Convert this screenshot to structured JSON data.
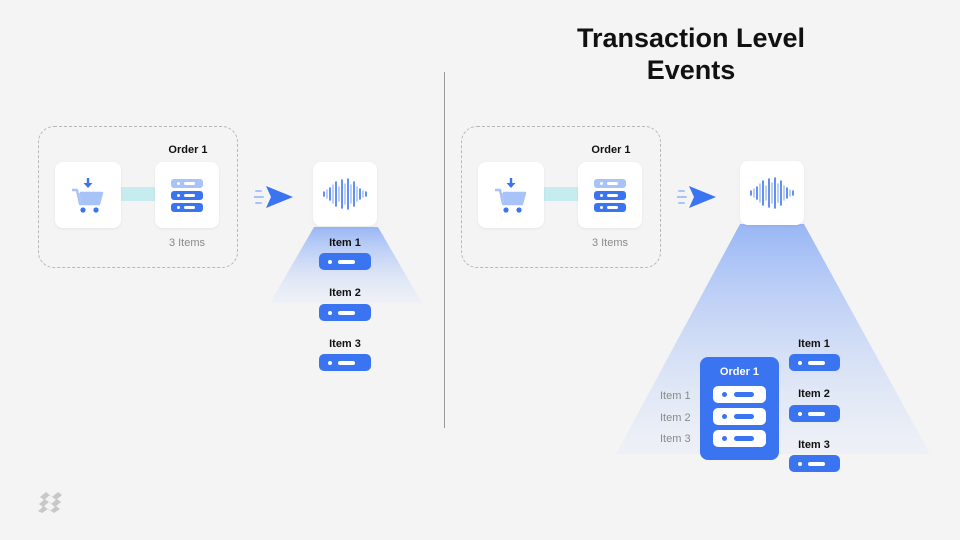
{
  "title": "Transaction Level\nEvents",
  "colors": {
    "accent": "#3b74f0",
    "accent_light": "#a8c3f8",
    "connector": "#c6ecef"
  },
  "left": {
    "order_label": "Order 1",
    "count_label": "3 Items",
    "items": [
      "Item 1",
      "Item 2",
      "Item 3"
    ]
  },
  "right": {
    "order_label": "Order 1",
    "count_label": "3 Items",
    "big_order_label": "Order 1",
    "side_items": [
      "Item 1",
      "Item 2",
      "Item 3"
    ],
    "items": [
      "Item 1",
      "Item 2",
      "Item 3"
    ]
  },
  "icons": {
    "cart": "shopping-cart-icon",
    "server": "server-stack-icon",
    "send": "paper-plane-icon",
    "wave": "sound-wave-icon",
    "logo": "brand-logo-icon"
  }
}
